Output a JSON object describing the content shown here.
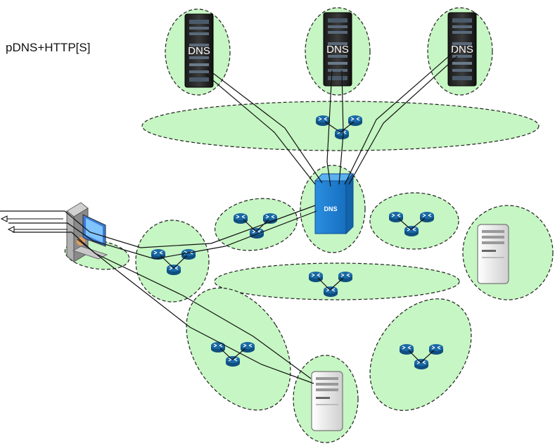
{
  "title": "pDNS+HTTP[S]",
  "server_labels": {
    "dns_rack": "DNS",
    "dns_box": "DNS"
  },
  "colors": {
    "zone_fill": "#c6f6c3",
    "router_fill": "#1a6aa6",
    "dns_box_fill": "#1f7fd0"
  }
}
